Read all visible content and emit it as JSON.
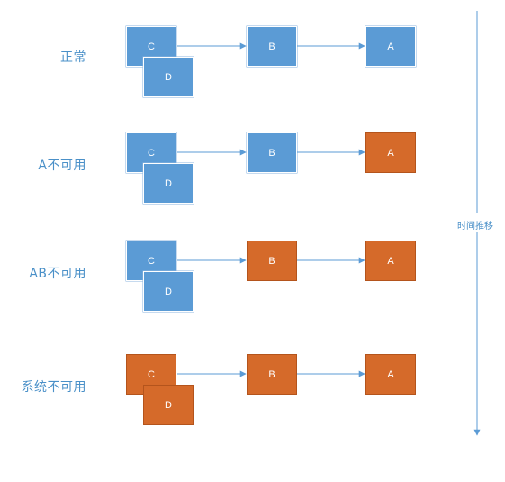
{
  "colors": {
    "normal": "#5b9bd5",
    "failed": "#d56a2a",
    "line": "#5b9bd5"
  },
  "rows": [
    {
      "label": "正常",
      "c": "C",
      "d": "D",
      "b": "B",
      "a": "A",
      "c_status": "ok",
      "d_status": "ok",
      "b_status": "ok",
      "a_status": "ok"
    },
    {
      "label": "A不可用",
      "c": "C",
      "d": "D",
      "b": "B",
      "a": "A",
      "c_status": "ok",
      "d_status": "ok",
      "b_status": "ok",
      "a_status": "bad"
    },
    {
      "label": "AB不可用",
      "c": "C",
      "d": "D",
      "b": "B",
      "a": "A",
      "c_status": "ok",
      "d_status": "ok",
      "b_status": "bad",
      "a_status": "bad"
    },
    {
      "label": "系统不可用",
      "c": "C",
      "d": "D",
      "b": "B",
      "a": "A",
      "c_status": "bad",
      "d_status": "bad",
      "b_status": "bad",
      "a_status": "bad"
    }
  ],
  "time_axis": {
    "label": "时间推移"
  }
}
